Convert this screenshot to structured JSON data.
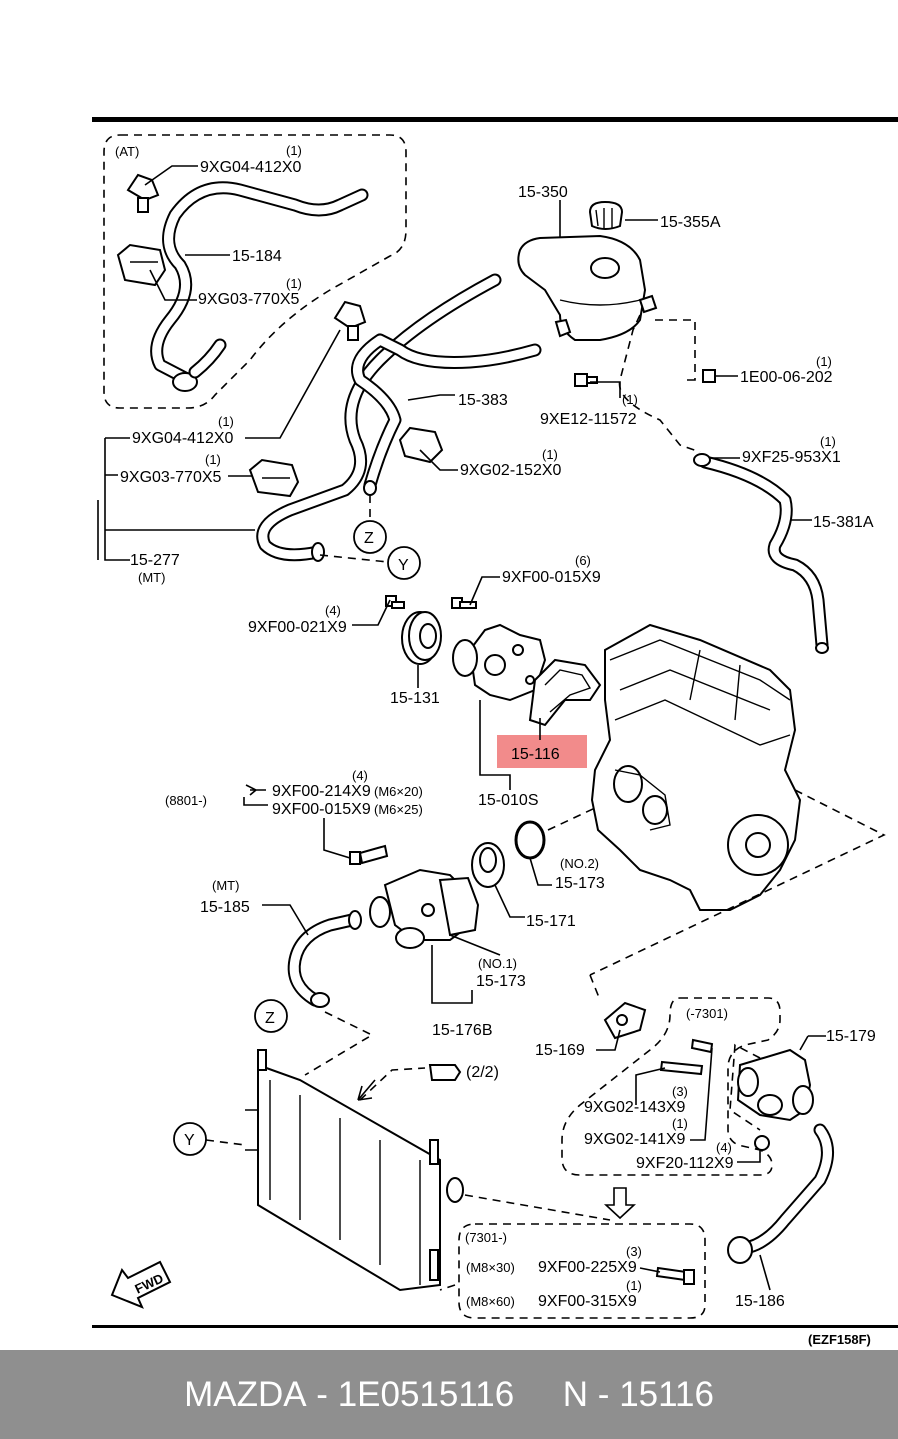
{
  "diagram": {
    "code": "(EZF158F)",
    "highlight_color": "#f28b8b",
    "labels": {
      "at": "(AT)",
      "at_clip_qty": "(1)",
      "at_clip": "9XG04-412X0",
      "at_hose": "15-184",
      "at_clamp_qty": "(1)",
      "at_clamp": "9XG03-770X5",
      "clip_qty": "(1)",
      "clip": "9XG04-412X0",
      "clamp_qty": "(1)",
      "clamp": "9XG03-770X5",
      "mt_hose": "15-277",
      "mt": "(MT)",
      "tank": "15-350",
      "cap": "15-355A",
      "tank_bolt_qty": "(1)",
      "tank_bolt": "9XE12-11572",
      "nut_qty": "(1)",
      "nut": "1E00-06-202",
      "hose_383": "15-383",
      "clip2_qty": "(1)",
      "clip2": "9XG02-152X0",
      "clamp3_qty": "(1)",
      "clamp3": "9XF25-953X1",
      "hose_381a": "15-381A",
      "z": "Z",
      "y": "Y",
      "pump_bolt_qty": "(6)",
      "pump_bolt": "9XF00-015X9",
      "pulley_bolt_qty": "(4)",
      "pulley_bolt": "9XF00-021X9",
      "pulley": "15-131",
      "gasket": "15-116",
      "pump": "15-010S",
      "case_bolt_qty": "(4)",
      "case_bolt_a": "9XF00-214X9",
      "case_bolt_a_size": "(M6×20)",
      "case_bolt_b": "9XF00-015X9",
      "case_bolt_b_size": "(M6×25)",
      "case_bolt_date": "(8801-)",
      "no2": "(NO.2)",
      "oring": "15-173",
      "thermostat": "15-171",
      "mt2": "(MT)",
      "hose_185": "15-185",
      "no1": "(NO.1)",
      "gasket_no1": "15-173",
      "case": "15-176B",
      "gasket_169": "15-169",
      "see_page": "(2/2)",
      "date_a": "(-7301)",
      "housing": "15-179",
      "stud_qty": "(3)",
      "stud": "9XG02-143X9",
      "stud2_qty": "(1)",
      "stud2": "9XG02-141X9",
      "nut2_qty": "(4)",
      "nut2": "9XF20-112X9",
      "date_b": "(7301-)",
      "bolt_m30_size": "(M8×30)",
      "bolt_m30_qty": "(3)",
      "bolt_m30": "9XF00-225X9",
      "bolt_m60_size": "(M8×60)",
      "bolt_m60_qty": "(1)",
      "bolt_m60": "9XF00-315X9",
      "pipe": "15-186",
      "fwd": "FWD"
    }
  },
  "footer": {
    "brand": "MAZDA",
    "separator": " - ",
    "part_number": "1E0515116",
    "gap": "     ",
    "prefix": "N",
    "separator2": " - ",
    "ref": "15116"
  }
}
